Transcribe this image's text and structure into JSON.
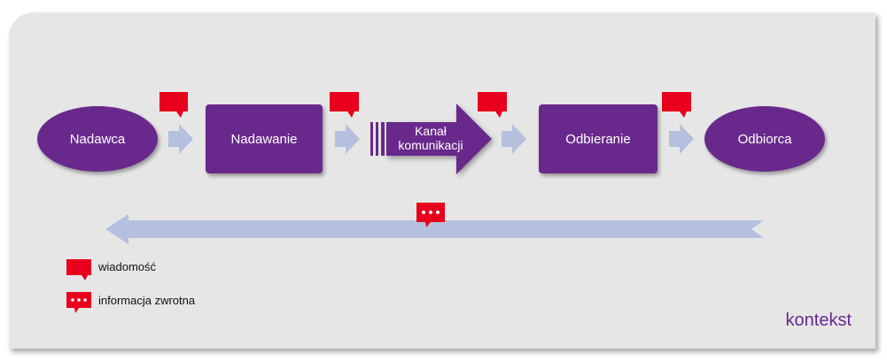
{
  "nodes": {
    "sender": "Nadawca",
    "encoding": "Nadawanie",
    "channel_line1": "Kanał",
    "channel_line2": "komunikacji",
    "decoding": "Odbieranie",
    "receiver": "Odbiorca"
  },
  "legend": {
    "message": "wiadomość",
    "feedback": "informacja zwrotna"
  },
  "context_label": "kontekst",
  "colors": {
    "node": "#69298c",
    "arrow": "#b4c0dd",
    "icon": "#e8001c",
    "background": "#e6e6e6"
  }
}
